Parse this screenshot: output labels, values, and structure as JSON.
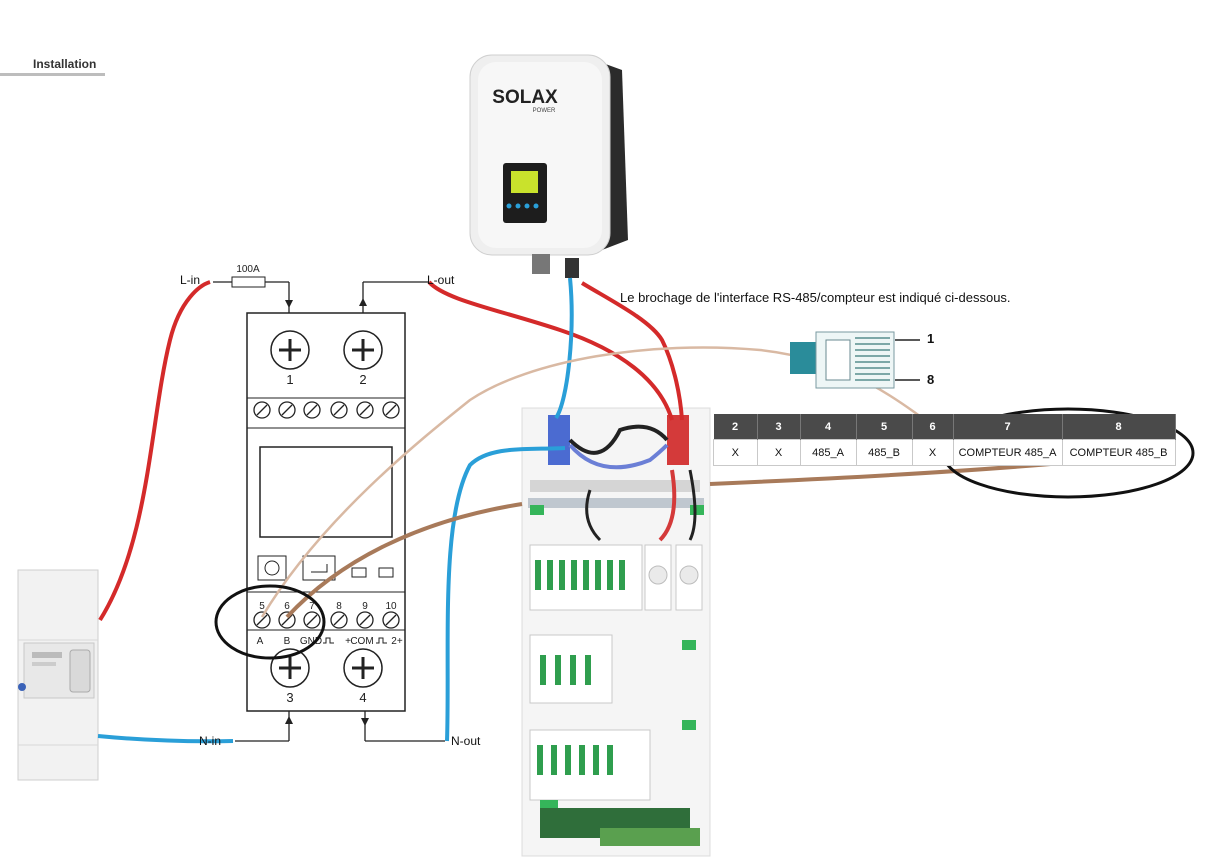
{
  "section": {
    "label": "Installation"
  },
  "inverter": {
    "brand": "SOLAX",
    "sub": "POWER"
  },
  "caption": "Le brochage de l'interface RS-485/compteur est indiqué ci-dessous.",
  "wire_labels": {
    "l_in": "L-in",
    "l_out": "L-out",
    "n_in": "N-in",
    "n_out": "N-out",
    "fuse": "100A"
  },
  "meter": {
    "top_terminals": [
      "1",
      "2"
    ],
    "bottom_terminals": [
      "3",
      "4"
    ],
    "row_numbers": [
      "5",
      "6",
      "7",
      "8",
      "9",
      "10"
    ],
    "row_labels": [
      "A",
      "B",
      "GND",
      "+",
      "COM",
      "2+"
    ]
  },
  "connector": {
    "pin_first": "1",
    "pin_last": "8"
  },
  "pinout_table": {
    "headers": [
      "2",
      "3",
      "4",
      "5",
      "6",
      "7",
      "8"
    ],
    "values": [
      "X",
      "X",
      "485_A",
      "485_B",
      "X",
      "COMPTEUR 485_A",
      "COMPTEUR 485_B"
    ]
  },
  "colors": {
    "live": "#d42a2a",
    "neutral": "#2a9fd8",
    "rs485": "#a87a5a",
    "beige": "#d9b9a3",
    "highlight": "#111111"
  }
}
